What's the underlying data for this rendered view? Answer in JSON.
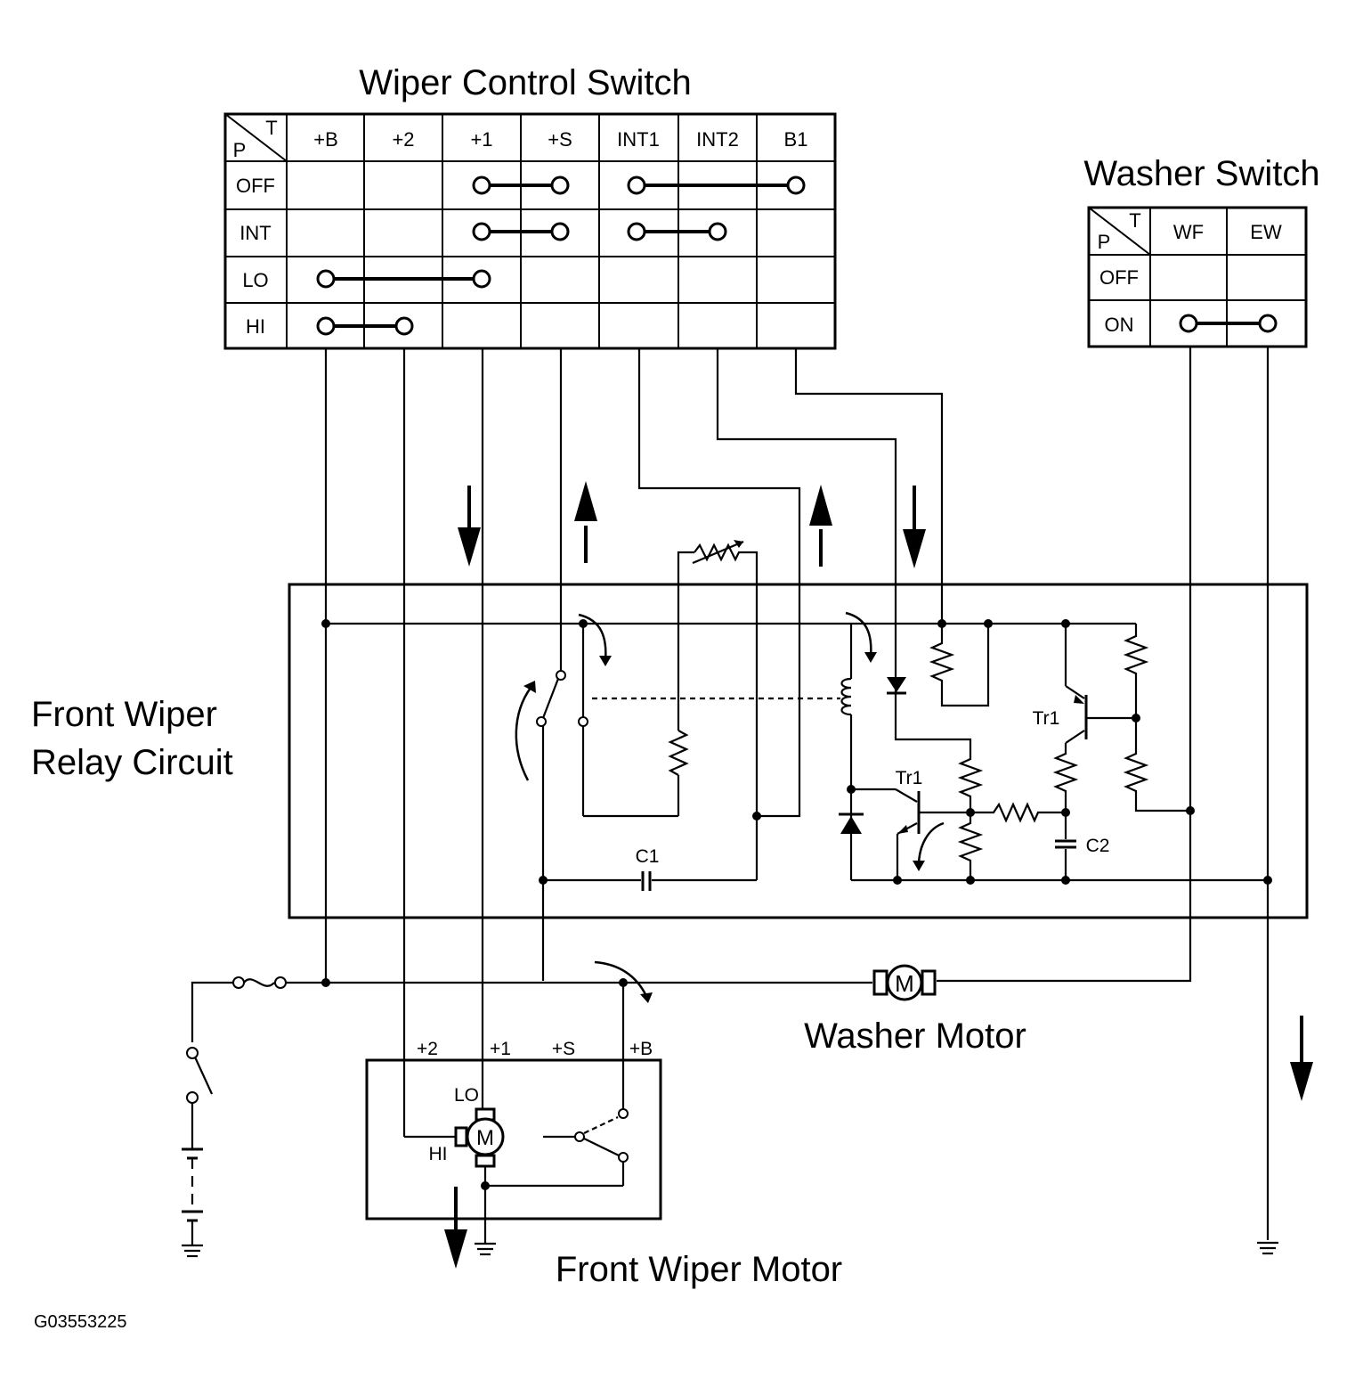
{
  "wiper_switch": {
    "title": "Wiper Control Switch",
    "corner_t": "T",
    "corner_p": "P",
    "columns": [
      "+B",
      "+2",
      "+1",
      "+S",
      "INT1",
      "INT2",
      "B1"
    ],
    "rows": [
      "OFF",
      "INT",
      "LO",
      "HI"
    ],
    "connections": [
      {
        "row": "OFF",
        "from": "+1",
        "to": "+S"
      },
      {
        "row": "OFF",
        "from": "INT1",
        "to": "B1"
      },
      {
        "row": "INT",
        "from": "+1",
        "to": "+S"
      },
      {
        "row": "INT",
        "from": "INT1",
        "to": "INT2"
      },
      {
        "row": "LO",
        "from": "+B",
        "to": "+1"
      },
      {
        "row": "HI",
        "from": "+B",
        "to": "+2"
      }
    ]
  },
  "washer_switch": {
    "title": "Washer Switch",
    "corner_t": "T",
    "corner_p": "P",
    "columns": [
      "WF",
      "EW"
    ],
    "rows": [
      "OFF",
      "ON"
    ],
    "connections": [
      {
        "row": "ON",
        "from": "WF",
        "to": "EW"
      }
    ]
  },
  "relay": {
    "title_line1": "Front Wiper",
    "title_line2": "Relay Circuit",
    "c1": "C1",
    "c2": "C2",
    "tr1_upper": "Tr1",
    "tr1_lower": "Tr1"
  },
  "washer_motor": {
    "label": "Washer Motor",
    "symbol": "M"
  },
  "front_motor": {
    "label": "Front Wiper Motor",
    "symbol": "M",
    "terminals": [
      "+2",
      "+1",
      "+S",
      "+B"
    ],
    "lo": "LO",
    "hi": "HI"
  },
  "figure_id": "G03553225"
}
